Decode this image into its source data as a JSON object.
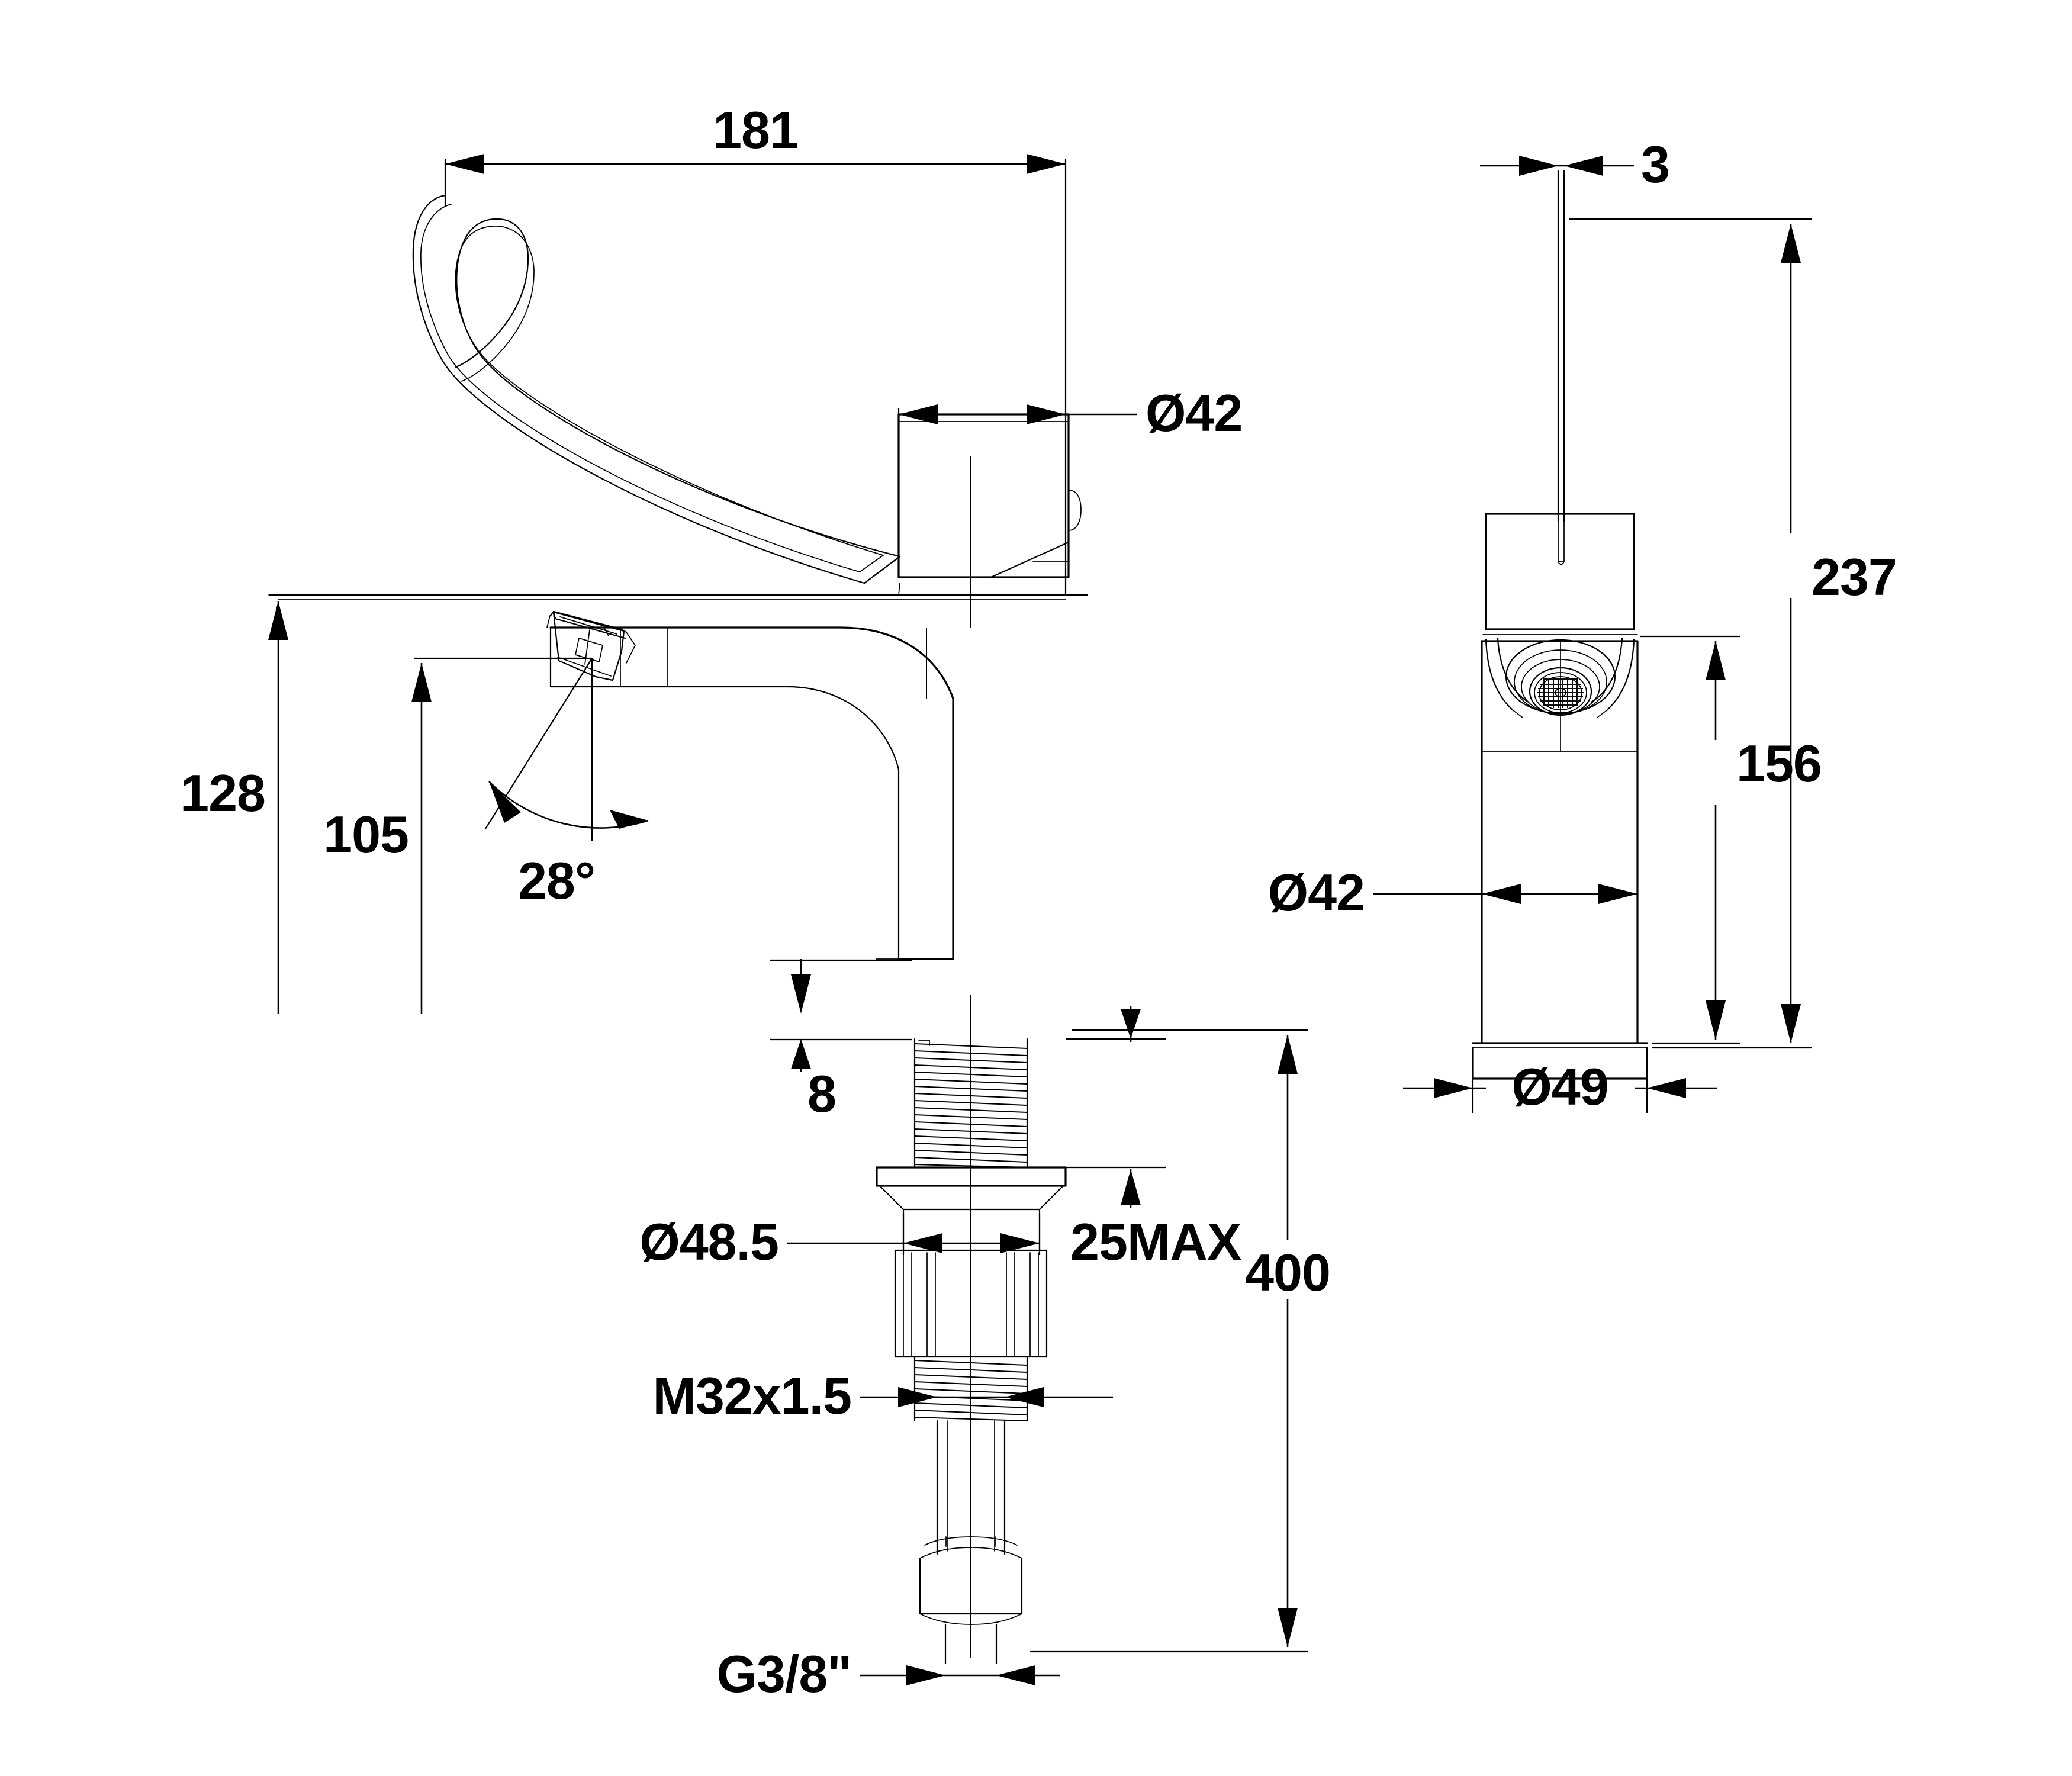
{
  "drawing": {
    "title": "Basin mixer tap dimensioned drawing",
    "background_color": "#ffffff",
    "line_color": "#000000",
    "units": "mm"
  },
  "views": {
    "front": {
      "name": "front-elevation",
      "label": ""
    },
    "side": {
      "name": "side-elevation",
      "label": ""
    }
  },
  "dimensions": {
    "spout_reach": "181",
    "body_diameter_front": "Ø42",
    "height_to_spout_top": "128",
    "height_to_aerator": "105",
    "aerator_angle": "28°",
    "shank_collar": "8",
    "mounting_washer_diameter": "Ø48.5",
    "max_deck_thickness": "25MAX",
    "shank_thread": "M32x1.5",
    "supply_thread": "G3/8\"",
    "supply_hose_length": "400",
    "lever_thickness": "3",
    "total_height": "237",
    "spout_height_side": "156",
    "body_diameter_side": "Ø42",
    "base_diameter": "Ø49"
  },
  "labels": [
    {
      "id": "d181",
      "text": "181",
      "name": "dim-label-spout-reach"
    },
    {
      "id": "d42a",
      "text": "Ø42",
      "name": "dim-label-body-diameter-front"
    },
    {
      "id": "d128",
      "text": "128",
      "name": "dim-label-height-128"
    },
    {
      "id": "d105",
      "text": "105",
      "name": "dim-label-height-105"
    },
    {
      "id": "d28",
      "text": "28°",
      "name": "dim-label-aerator-angle"
    },
    {
      "id": "d8",
      "text": "8",
      "name": "dim-label-collar-8"
    },
    {
      "id": "d485",
      "text": "Ø48.5",
      "name": "dim-label-washer-diameter"
    },
    {
      "id": "d25max",
      "text": "25MAX",
      "name": "dim-label-max-deck-thickness"
    },
    {
      "id": "dm32",
      "text": "M32x1.5",
      "name": "dim-label-shank-thread"
    },
    {
      "id": "dg38",
      "text": "G3/8\"",
      "name": "dim-label-supply-thread"
    },
    {
      "id": "d400",
      "text": "400",
      "name": "dim-label-hose-length"
    },
    {
      "id": "d3",
      "text": "3",
      "name": "dim-label-lever-thickness"
    },
    {
      "id": "d237",
      "text": "237",
      "name": "dim-label-total-height"
    },
    {
      "id": "d156",
      "text": "156",
      "name": "dim-label-spout-height-side"
    },
    {
      "id": "d42b",
      "text": "Ø42",
      "name": "dim-label-body-diameter-side"
    },
    {
      "id": "d49",
      "text": "Ø49",
      "name": "dim-label-base-diameter"
    }
  ]
}
